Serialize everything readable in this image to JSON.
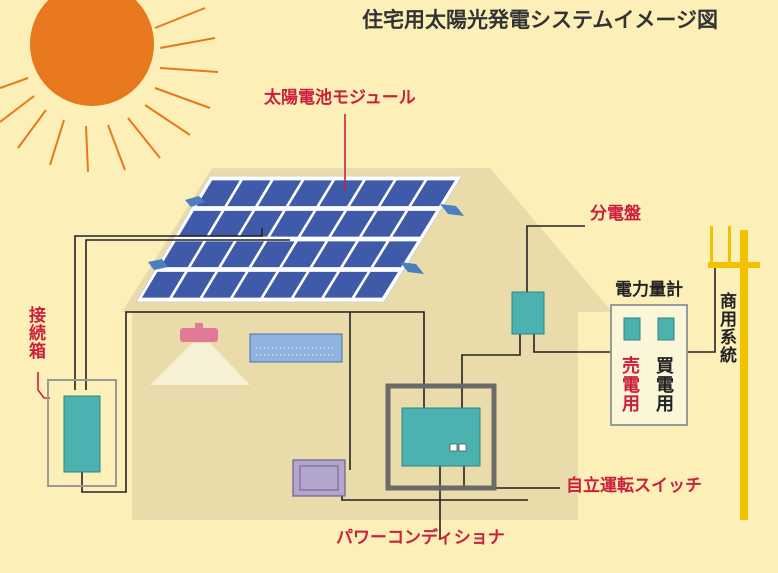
{
  "title": "住宅用太陽光発電システムイメージ図",
  "labels": {
    "solar_module": "太陽電池モジュール",
    "distribution_board": "分電盤",
    "junction_box": "接続箱",
    "power_meter": "電力量計",
    "sell_meter": "売電用",
    "buy_meter": "買電用",
    "grid": "商用系統",
    "autonomous_switch": "自立運転スイッチ",
    "power_conditioner": "パワーコンディショナ"
  },
  "colors": {
    "background": "#fcf0b8",
    "sun": "#e8781e",
    "house": "#e9dcaa",
    "panel_cell": "#3f5aa8",
    "equipment": "#4bb2b0",
    "label_red": "#cc1f3c",
    "pole": "#f2c200"
  }
}
